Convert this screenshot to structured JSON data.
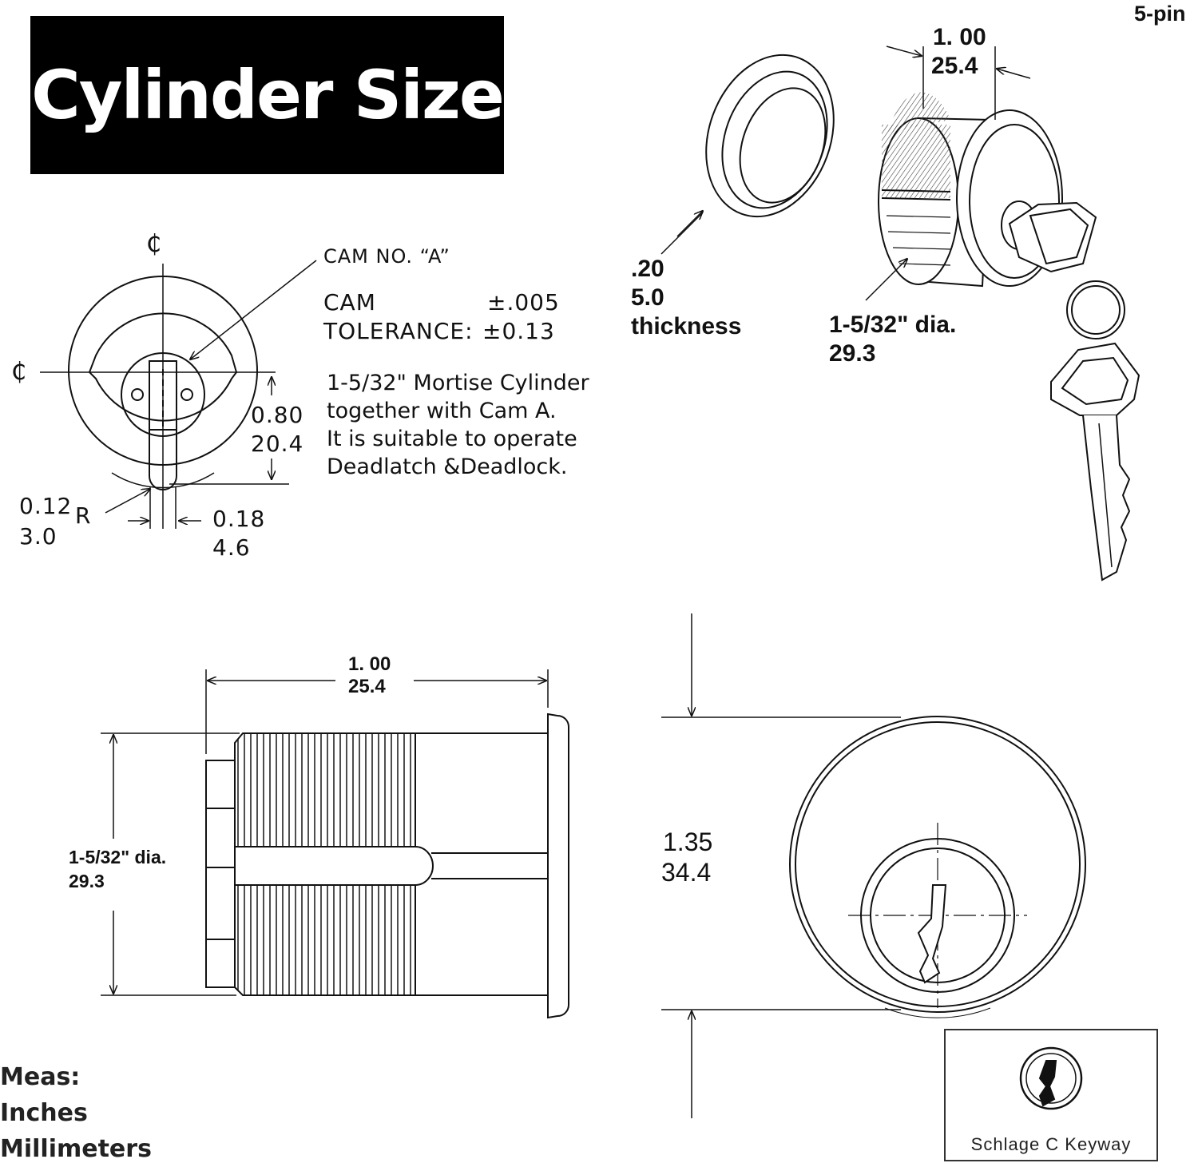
{
  "title": "Cylinder Size",
  "pin_count": "5-pin",
  "cam_view": {
    "centerline_symbol": "₵",
    "cam_label": "CAM NO.   “A”",
    "tolerance_label_1": "CAM",
    "tolerance_value_1": "±.005",
    "tolerance_label_2": "TOLERANCE:",
    "tolerance_value_2": "±0.13",
    "dim_height_in": "0.80",
    "dim_height_mm": "20.4",
    "dim_radius_in": "0.12",
    "dim_radius_mm": "3.0",
    "radius_symbol": "R",
    "dim_width_in": "0.18",
    "dim_width_mm": "4.6"
  },
  "description": [
    "1-5/32\" Mortise Cylinder",
    "together with Cam A.",
    "It is suitable to operate",
    "Deadlatch &Deadlock."
  ],
  "exploded_view": {
    "length_in": "1. 00",
    "length_mm": "25.4",
    "ring_thickness_in": ".20",
    "ring_thickness_mm": "5.0",
    "ring_thickness_label": "thickness",
    "diameter_label": "1-5/32\" dia.",
    "diameter_mm": "29.3"
  },
  "side_view": {
    "length_in": "1. 00",
    "length_mm": "25.4",
    "diameter_label": "1-5/32\" dia.",
    "diameter_mm": "29.3"
  },
  "front_view": {
    "diameter_in": "1.35",
    "diameter_mm": "34.4"
  },
  "keyway": {
    "label": "Schlage C Keyway"
  },
  "units_legend": {
    "heading": "Meas:",
    "unit_1": "Inches",
    "unit_2": "Millimeters"
  }
}
